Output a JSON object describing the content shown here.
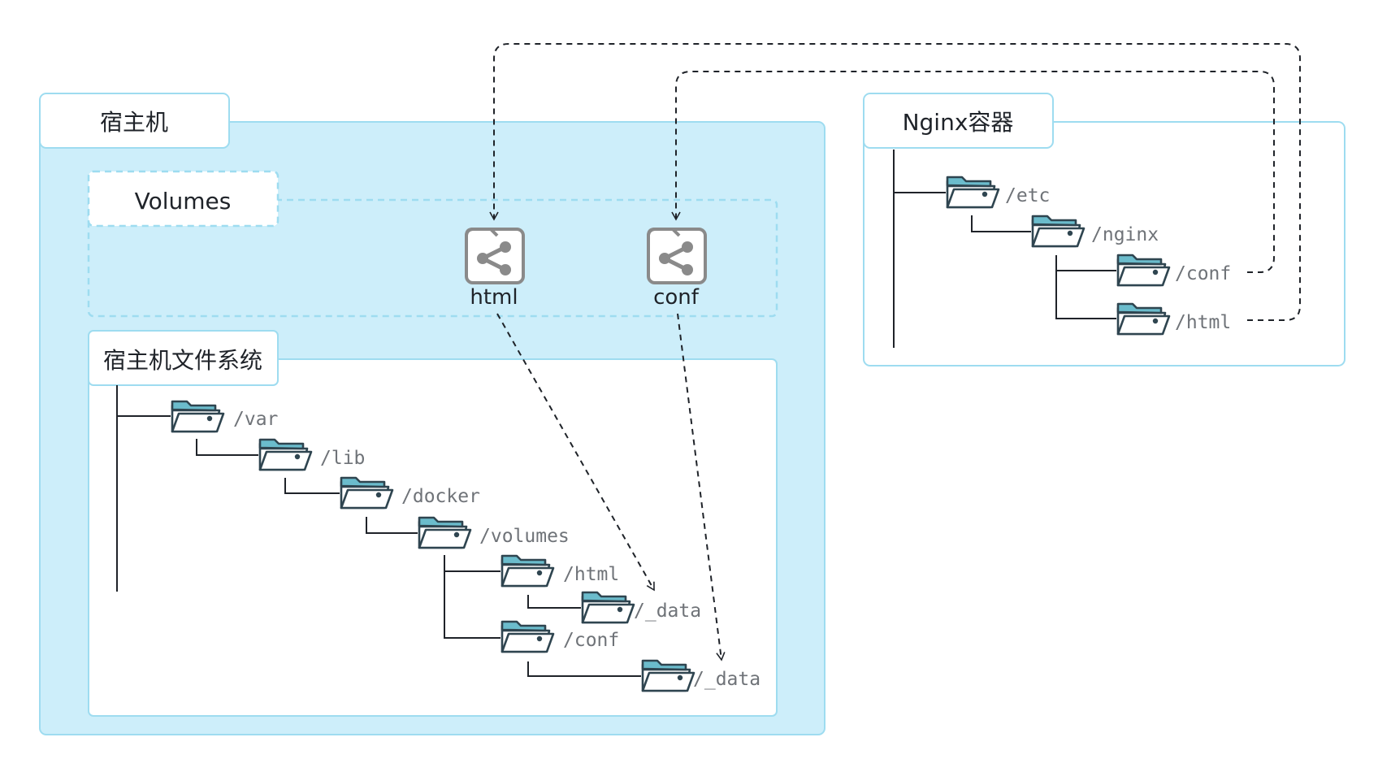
{
  "host": {
    "title": "宿主机"
  },
  "volumes": {
    "title": "Volumes",
    "items": [
      "html",
      "conf"
    ]
  },
  "host_fs": {
    "title": "宿主机文件系统",
    "paths": [
      "/var",
      "/lib",
      "/docker",
      "/volumes",
      "/html",
      "/_data",
      "/conf",
      "/_data"
    ]
  },
  "container": {
    "title": "Nginx容器",
    "paths": [
      "/etc",
      "/nginx",
      "/conf",
      "/html"
    ]
  },
  "colors": {
    "panel_fill": "#cdeefa",
    "panel_border": "#9edcf0",
    "folder_fill": "#ffffff",
    "folder_tab": "#6bbccc",
    "folder_stroke": "#2f4550",
    "share_icon": "#8a8a8a",
    "line": "#1f2329"
  }
}
